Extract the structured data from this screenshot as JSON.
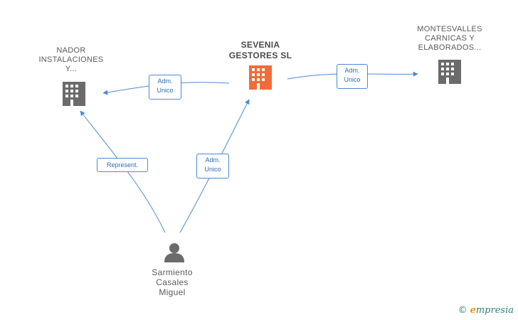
{
  "nodes": {
    "center": {
      "lines": [
        "SEVENIA",
        "GESTORES SL"
      ],
      "color": "#f26b38"
    },
    "left": {
      "lines": [
        "NADOR",
        "INSTALACIONES",
        "Y..."
      ],
      "color": "#6b6b6b"
    },
    "right": {
      "lines": [
        "MONTESVALLES",
        "CARNICAS Y",
        "ELABORADOS..."
      ],
      "color": "#6b6b6b"
    },
    "person": {
      "lines": [
        "Sarmiento",
        "Casales",
        "Miguel"
      ],
      "color": "#6b6b6b"
    }
  },
  "edges": {
    "center_to_left": {
      "lines": [
        "Adm.",
        "Unico"
      ]
    },
    "center_to_right": {
      "lines": [
        "Adm.",
        "Unico"
      ]
    },
    "person_to_left": {
      "lines": [
        "Represent."
      ]
    },
    "person_to_center": {
      "lines": [
        "Adm.",
        "Unico"
      ]
    }
  },
  "edge_color": "#4a8ad6",
  "watermark": {
    "copyright": "©",
    "brand_initial": "e",
    "brand_rest": "mpresia"
  }
}
